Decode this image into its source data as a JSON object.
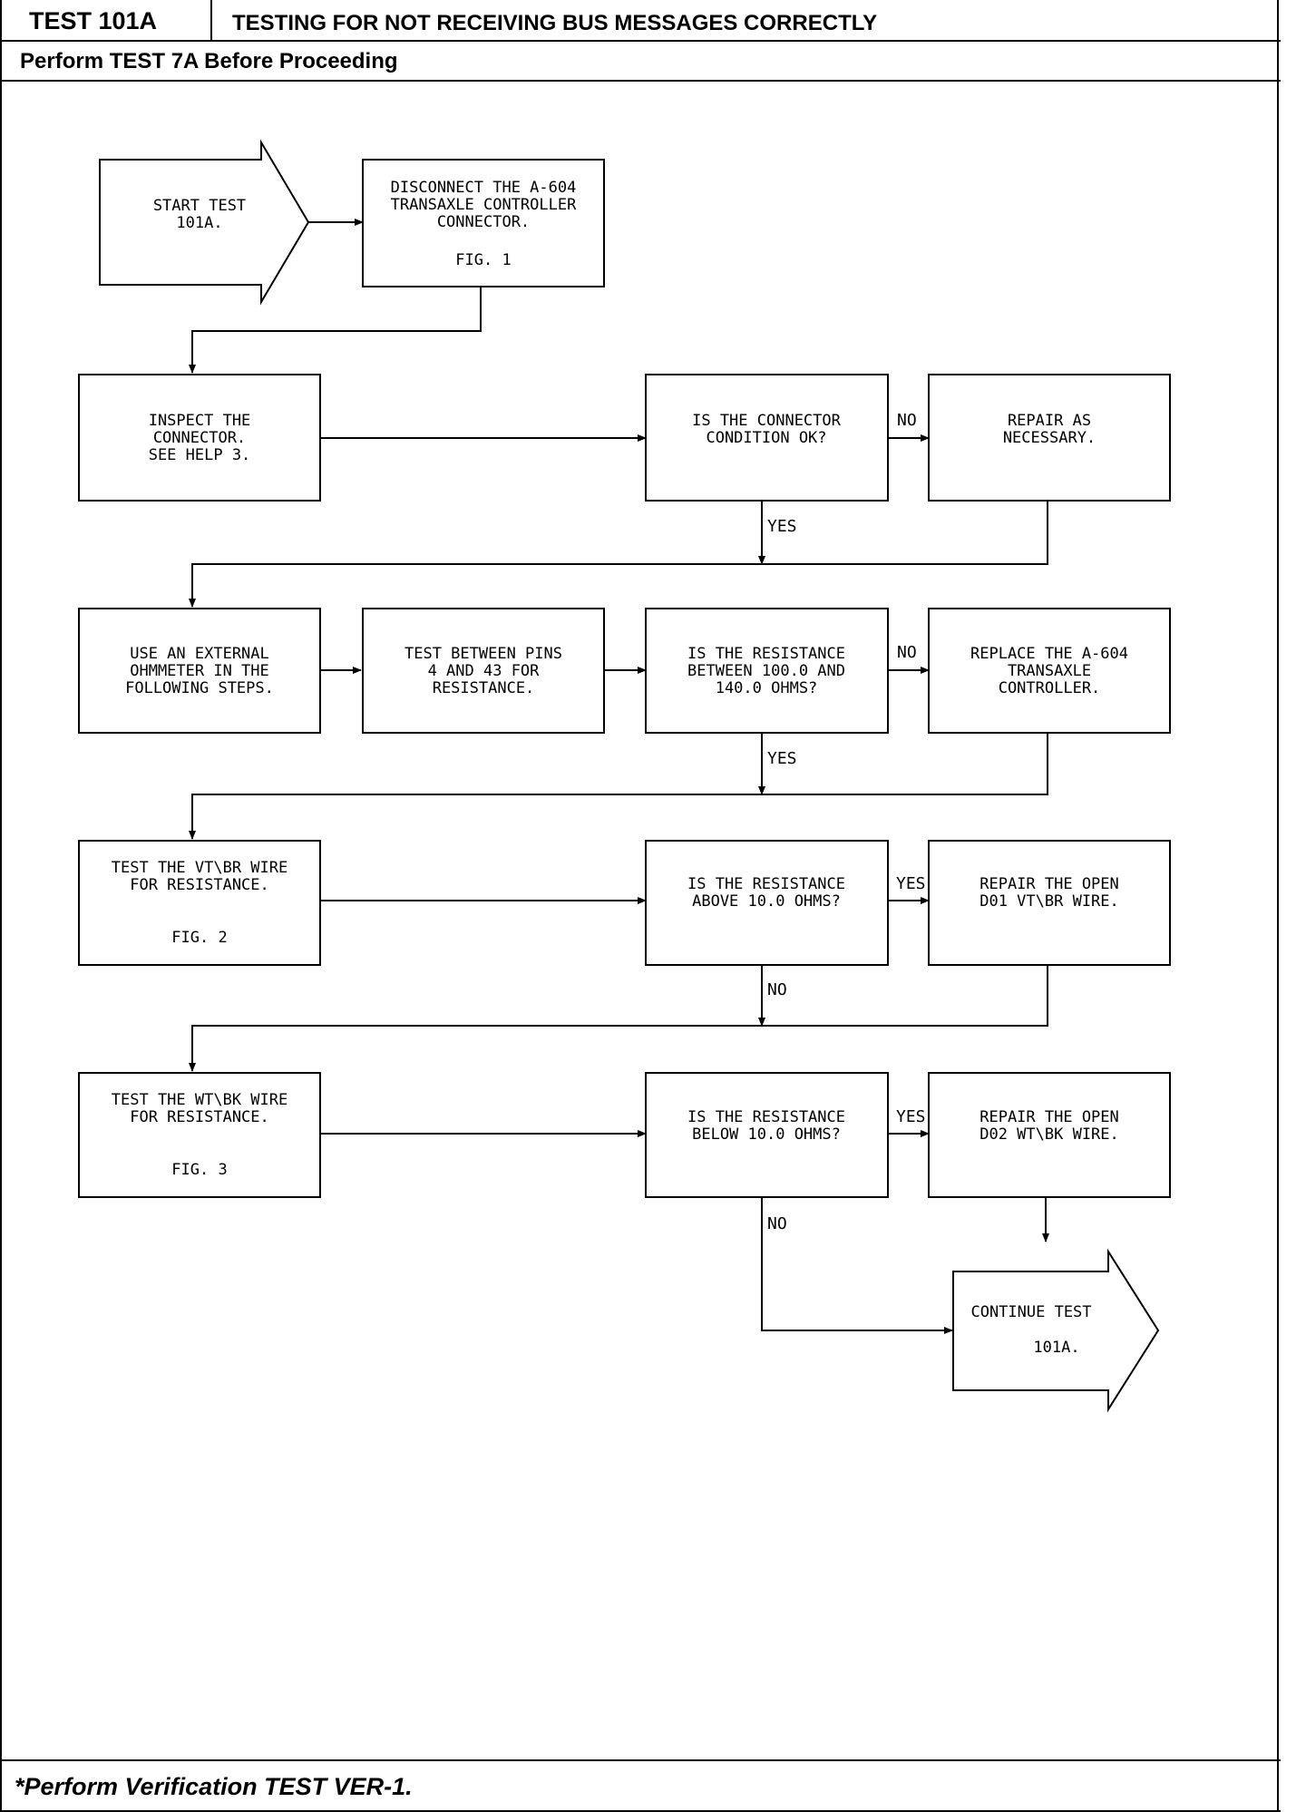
{
  "header": {
    "test_id": "TEST 101A",
    "title": "TESTING FOR NOT RECEIVING BUS MESSAGES CORRECTLY",
    "subtitle": "Perform TEST 7A Before Proceeding"
  },
  "footer": {
    "text": "*Perform Verification TEST VER-1."
  },
  "flowchart": {
    "start": [
      "START TEST",
      "101A."
    ],
    "disconnect": [
      "DISCONNECT THE A-604",
      "TRANSAXLE CONTROLLER",
      "CONNECTOR.",
      "",
      "FIG. 1"
    ],
    "inspect": [
      "INSPECT THE",
      "CONNECTOR.",
      "SEE HELP 3."
    ],
    "connector_ok": [
      "IS THE CONNECTOR",
      "CONDITION OK?"
    ],
    "repair_necessary": [
      "REPAIR AS",
      "NECESSARY."
    ],
    "use_ohmmeter": [
      "USE AN EXTERNAL",
      "OHMMETER IN THE",
      "FOLLOWING STEPS."
    ],
    "test_pins": [
      "TEST BETWEEN PINS",
      "4 AND 43 FOR",
      "RESISTANCE."
    ],
    "resistance_between": [
      "IS THE RESISTANCE",
      "BETWEEN 100.0 AND",
      "140.0 OHMS?"
    ],
    "replace_controller": [
      "REPLACE THE A-604",
      "TRANSAXLE",
      "CONTROLLER."
    ],
    "test_vt_br": [
      "TEST THE VT\\BR WIRE",
      "FOR RESISTANCE.",
      "",
      "FIG. 2"
    ],
    "resistance_above": [
      "IS THE RESISTANCE",
      "ABOVE 10.0 OHMS?"
    ],
    "repair_d01": [
      "REPAIR THE OPEN",
      "D01 VT\\BR WIRE."
    ],
    "test_wt_bk": [
      "TEST THE WT\\BK WIRE",
      "FOR RESISTANCE.",
      "",
      "FIG. 3"
    ],
    "resistance_below": [
      "IS THE RESISTANCE",
      "BELOW 10.0 OHMS?"
    ],
    "repair_d02": [
      "REPAIR THE OPEN",
      "D02 WT\\BK WIRE."
    ],
    "continue": [
      "CONTINUE TEST",
      "101A."
    ]
  },
  "labels": {
    "no_1": "NO",
    "yes_1": "YES",
    "no_2": "NO",
    "yes_2": "YES",
    "yes_3": "YES",
    "no_3": "NO",
    "yes_4": "YES",
    "no_4": "NO"
  }
}
